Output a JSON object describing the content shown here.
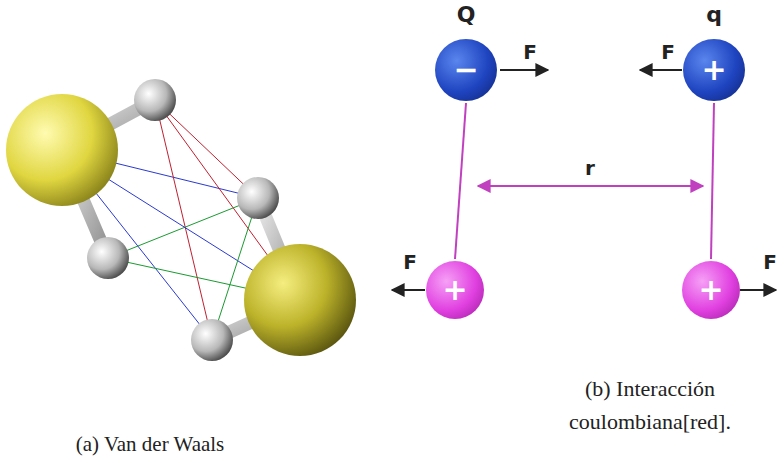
{
  "diagram": {
    "nodes": [
      {
        "text": [
          "Q",
          "−"
        ]
      },
      {
        "text": [
          "q",
          "+"
        ]
      },
      {
        "text": [
          "+"
        ]
      },
      {
        "text": [
          "+"
        ]
      }
    ],
    "edges": [
      {
        "from": 0,
        "to": 2,
        "arrow": "none"
      },
      {
        "from": 1,
        "to": 3,
        "arrow": "none"
      }
    ],
    "labels": [
      "F",
      "F",
      "F",
      "F",
      "r",
      "(a) Van der Waals",
      "(b) Interacción coulombiana[red]."
    ]
  }
}
